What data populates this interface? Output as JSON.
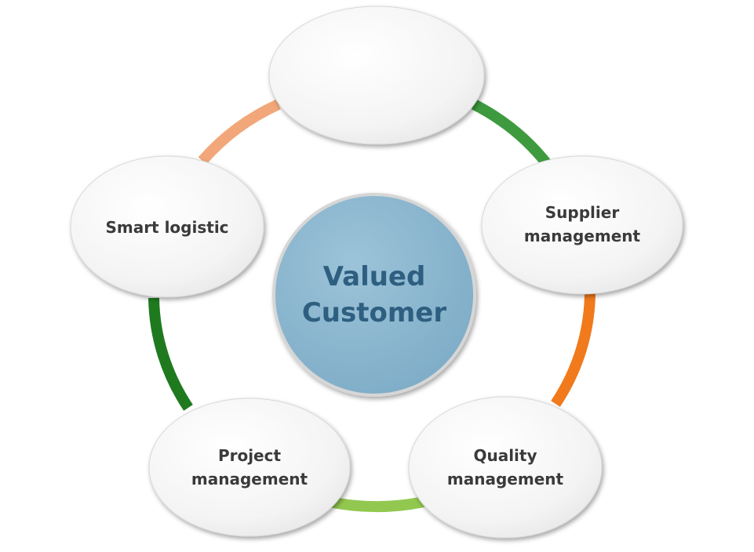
{
  "diagram": {
    "center": {
      "line1": "Valued",
      "line2": "Customer",
      "fill": "#86B4CE",
      "text_color": "#2E5F80"
    },
    "text_color": "#3A3A3A",
    "node_fill": "#F3F3F3",
    "nodes": [
      {
        "id": "top",
        "lines": []
      },
      {
        "id": "supplier",
        "lines": [
          "Supplier",
          "management"
        ]
      },
      {
        "id": "quality",
        "lines": [
          "Quality",
          "management"
        ]
      },
      {
        "id": "project",
        "lines": [
          "Project",
          "management"
        ]
      },
      {
        "id": "logistic",
        "lines": [
          "Smart logistic"
        ]
      }
    ],
    "arcs": [
      {
        "id": "arc-top-supplier",
        "color": "#3E9A3E"
      },
      {
        "id": "arc-supplier-quality",
        "color": "#F07A1C"
      },
      {
        "id": "arc-quality-project",
        "color": "#92C84F"
      },
      {
        "id": "arc-project-logistic",
        "color": "#1F7A1F"
      },
      {
        "id": "arc-logistic-top",
        "color": "#F2A77A"
      }
    ]
  }
}
